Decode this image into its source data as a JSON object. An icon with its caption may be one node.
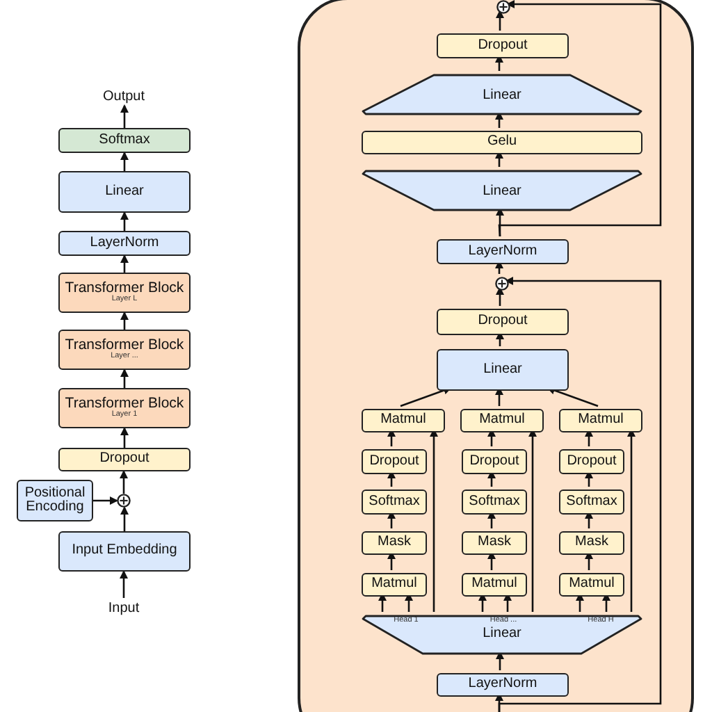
{
  "diagram": {
    "nodes": [
      {
        "text": [
          "Output"
        ]
      },
      {
        "text": [
          "Softmax"
        ]
      },
      {
        "text": [
          "Linear"
        ]
      },
      {
        "text": [
          "LayerNorm"
        ]
      },
      {
        "text": [
          "Transformer Block",
          "Layer L"
        ]
      },
      {
        "text": [
          "Transformer Block",
          "Layer ..."
        ]
      },
      {
        "text": [
          "Transformer Block",
          "Layer 1"
        ]
      },
      {
        "text": [
          "Dropout"
        ]
      },
      {
        "text": [],
        "shape": "circle"
      },
      {
        "text": [
          "Positional Encoding"
        ]
      },
      {
        "text": [
          "Input Embedding"
        ]
      },
      {
        "text": [
          "Input"
        ]
      },
      {
        "text": [],
        "shape": "box"
      },
      {
        "text": [],
        "shape": "circle",
        "in": 12
      },
      {
        "text": [
          "Dropout"
        ],
        "in": 12
      },
      {
        "text": [
          "Linear"
        ],
        "in": 12
      },
      {
        "text": [
          "Gelu"
        ],
        "in": 12
      },
      {
        "text": [
          "Linear"
        ],
        "in": 12
      },
      {
        "text": [
          "LayerNorm"
        ],
        "in": 12
      },
      {
        "text": [],
        "shape": "circle",
        "in": 12
      },
      {
        "text": [
          "Dropout"
        ],
        "in": 12
      },
      {
        "text": [
          "Linear"
        ],
        "in": 12
      },
      {
        "text": [
          "Matmul"
        ],
        "in": 12
      },
      {
        "text": [
          "Dropout"
        ],
        "in": 12
      },
      {
        "text": [
          "Softmax"
        ],
        "in": 12
      },
      {
        "text": [
          "Mask"
        ],
        "in": 12
      },
      {
        "text": [
          "Matmul"
        ],
        "in": 12
      },
      {
        "text": [
          "Matmul"
        ],
        "in": 12
      },
      {
        "text": [
          "Dropout"
        ],
        "in": 12
      },
      {
        "text": [
          "Softmax"
        ],
        "in": 12
      },
      {
        "text": [
          "Mask"
        ],
        "in": 12
      },
      {
        "text": [
          "Matmul"
        ],
        "in": 12
      },
      {
        "text": [
          "Matmul"
        ],
        "in": 12
      },
      {
        "text": [
          "Dropout"
        ],
        "in": 12
      },
      {
        "text": [
          "Softmax"
        ],
        "in": 12
      },
      {
        "text": [
          "Mask"
        ],
        "in": 12
      },
      {
        "text": [
          "Matmul"
        ],
        "in": 12
      },
      {
        "text": [
          "Head 1",
          "Head ...",
          "Head H",
          "Linear"
        ],
        "in": 12
      },
      {
        "text": [
          "LayerNorm"
        ],
        "in": 12
      }
    ],
    "edges": [
      {
        "from": 11,
        "to": 10,
        "arrow": "to"
      },
      {
        "from": 10,
        "to": 8,
        "arrow": "to"
      },
      {
        "from": 9,
        "to": 8,
        "arrow": "to"
      },
      {
        "from": 8,
        "to": 7,
        "arrow": "to"
      },
      {
        "from": 7,
        "to": 6,
        "arrow": "to"
      },
      {
        "from": 6,
        "to": 5,
        "arrow": "to"
      },
      {
        "from": 5,
        "to": 4,
        "arrow": "to"
      },
      {
        "from": 4,
        "to": 3,
        "arrow": "to"
      },
      {
        "from": 3,
        "to": 2,
        "arrow": "to"
      },
      {
        "from": 2,
        "to": 1,
        "arrow": "to"
      },
      {
        "from": 1,
        "to": 0,
        "arrow": "to"
      },
      {
        "from": null,
        "to": 38,
        "arrow": "to"
      },
      {
        "from": null,
        "to": 19,
        "arrow": "to"
      },
      {
        "from": 38,
        "to": 37,
        "arrow": "to"
      },
      {
        "from": 37,
        "to": 26,
        "arrow": "to"
      },
      {
        "from": 37,
        "to": 26,
        "arrow": "to"
      },
      {
        "from": 37,
        "to": 22,
        "arrow": "to"
      },
      {
        "from": 26,
        "to": 25,
        "arrow": "to"
      },
      {
        "from": 25,
        "to": 24,
        "arrow": "to"
      },
      {
        "from": 24,
        "to": 23,
        "arrow": "to"
      },
      {
        "from": 23,
        "to": 22,
        "arrow": "to"
      },
      {
        "from": 37,
        "to": 31,
        "arrow": "to"
      },
      {
        "from": 37,
        "to": 31,
        "arrow": "to"
      },
      {
        "from": 37,
        "to": 27,
        "arrow": "to"
      },
      {
        "from": 31,
        "to": 30,
        "arrow": "to"
      },
      {
        "from": 30,
        "to": 29,
        "arrow": "to"
      },
      {
        "from": 29,
        "to": 28,
        "arrow": "to"
      },
      {
        "from": 28,
        "to": 27,
        "arrow": "to"
      },
      {
        "from": 37,
        "to": 36,
        "arrow": "to"
      },
      {
        "from": 37,
        "to": 36,
        "arrow": "to"
      },
      {
        "from": 37,
        "to": 32,
        "arrow": "to"
      },
      {
        "from": 36,
        "to": 35,
        "arrow": "to"
      },
      {
        "from": 35,
        "to": 34,
        "arrow": "to"
      },
      {
        "from": 34,
        "to": 33,
        "arrow": "to"
      },
      {
        "from": 33,
        "to": 32,
        "arrow": "to"
      },
      {
        "from": 22,
        "to": 21,
        "arrow": "to"
      },
      {
        "from": 27,
        "to": 21,
        "arrow": "to"
      },
      {
        "from": 32,
        "to": 21,
        "arrow": "to"
      },
      {
        "from": 21,
        "to": 20,
        "arrow": "to"
      },
      {
        "from": 20,
        "to": 19,
        "arrow": "to"
      },
      {
        "from": 19,
        "to": 18,
        "arrow": "to"
      },
      {
        "from": 18,
        "to": 17,
        "arrow": "to"
      },
      {
        "from": 18,
        "to": 13,
        "arrow": "to"
      },
      {
        "from": 17,
        "to": 16,
        "arrow": "to"
      },
      {
        "from": 16,
        "to": 15,
        "arrow": "to"
      },
      {
        "from": 15,
        "to": 14,
        "arrow": "to"
      },
      {
        "from": 14,
        "to": 13,
        "arrow": "to"
      }
    ]
  }
}
